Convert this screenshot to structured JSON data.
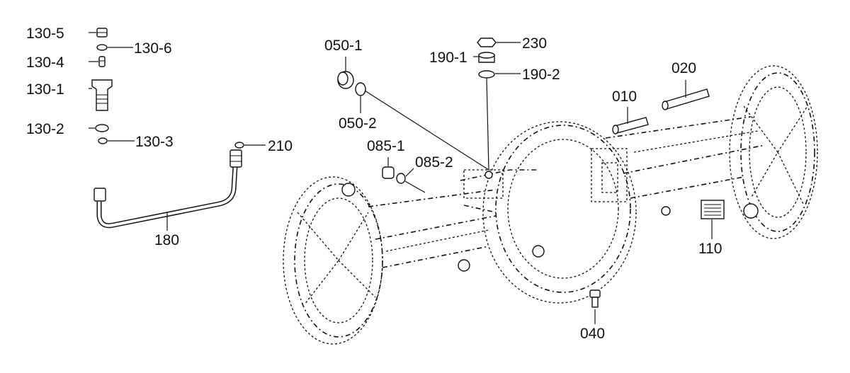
{
  "labels": {
    "l130_5": "130-5",
    "l130_6": "130-6",
    "l130_4": "130-4",
    "l130_1": "130-1",
    "l130_2": "130-2",
    "l130_3": "130-3",
    "l210": "210",
    "l180": "180",
    "l050_1": "050-1",
    "l050_2": "050-2",
    "l085_1": "085-1",
    "l085_2": "085-2",
    "l190_1": "190-1",
    "l190_2": "190-2",
    "l230": "230",
    "l010": "010",
    "l020": "020",
    "l110": "110",
    "l040": "040"
  }
}
